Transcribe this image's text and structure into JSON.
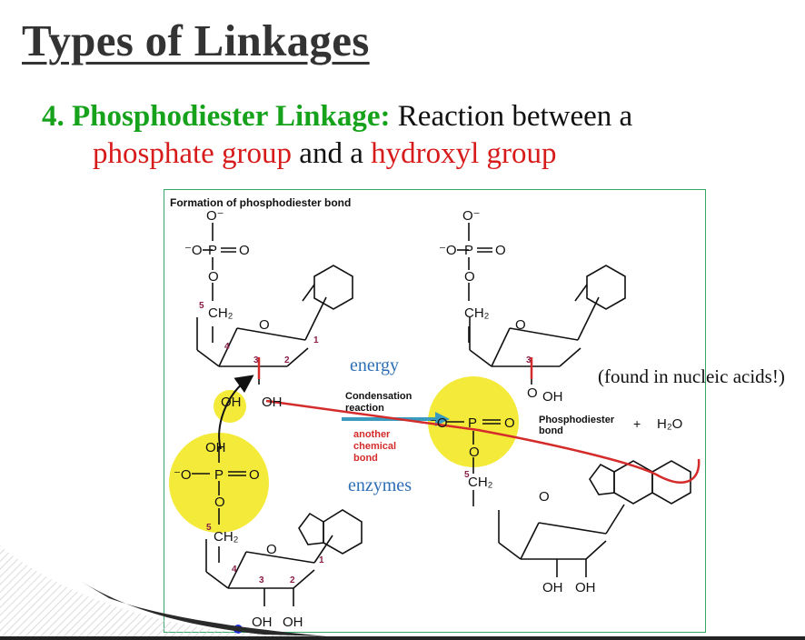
{
  "slide": {
    "title": "Types of Linkages",
    "bullet": {
      "number_label": "4. Phosphodiester Linkage:",
      "text_part1": "Reaction between a",
      "red_part1": "phosphate group",
      "text_part2": "and a",
      "red_part2": "hydroxyl group"
    }
  },
  "figure": {
    "caption": "Formation of phosphodiester bond",
    "labels": {
      "energy": "energy",
      "enzymes": "enzymes",
      "condensation_line1": "Condensation",
      "condensation_line2": "reaction",
      "another_line1": "another",
      "another_line2": "chemical",
      "another_line3": "bond",
      "phosphodiester_line1": "Phosphodiester",
      "phosphodiester_line2": "bond",
      "plus": "+",
      "water": "H₂O",
      "found": "(found in nucleic acids!)",
      "carbon5": "5",
      "carbon4": "4",
      "carbon3": "3",
      "carbon2": "2",
      "carbon1": "1",
      "oh": "OH",
      "ch2": "CH₂",
      "o": "O",
      "o_minus": "O⁻",
      "minus_o": "⁻O",
      "p": "P"
    },
    "colors": {
      "highlight": "#f4ea3a",
      "arrow": "#3a9bbf",
      "bond_red": "#d42b2b",
      "carbon_number": "#8a1d47"
    }
  }
}
